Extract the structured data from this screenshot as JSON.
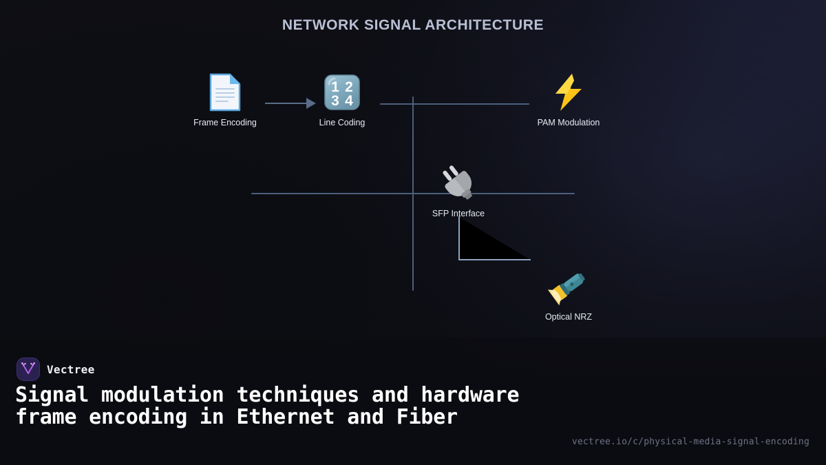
{
  "canvas": {
    "title": "NETWORK SIGNAL ARCHITECTURE",
    "nodes": [
      {
        "id": "frame-encoding",
        "label": "Frame Encoding",
        "icon": "document-icon"
      },
      {
        "id": "line-coding",
        "label": "Line Coding",
        "icon": "input-numbers-icon"
      },
      {
        "id": "pam-modulation",
        "label": "PAM Modulation",
        "icon": "high-voltage-icon"
      },
      {
        "id": "sfp-interface",
        "label": "SFP Interface",
        "icon": "electric-plug-icon"
      },
      {
        "id": "optical-nrz",
        "label": "Optical NRZ",
        "icon": "flashlight-icon"
      }
    ],
    "connectors": [
      {
        "id": "arrow-frame-to-line",
        "type": "arrow"
      },
      {
        "id": "line-top-horizontal",
        "type": "line"
      },
      {
        "id": "line-mid-horizontal",
        "type": "line"
      },
      {
        "id": "line-vertical",
        "type": "line"
      },
      {
        "id": "triangle-shape",
        "type": "triangle"
      }
    ]
  },
  "footer": {
    "brand_name": "Vectree",
    "headline": "Signal modulation techniques and hardware frame encoding in Ethernet and Fiber",
    "url": "vectree.io/c/physical-media-signal-encoding"
  },
  "colors": {
    "background": "#0e0f15",
    "background_glow": "#22243f",
    "title_text": "#b9c0d4",
    "node_label": "#e7eaf2",
    "connector_line": "#4c5f7d",
    "arrow": "#5a6c8a",
    "brand_badge": "#2a2150",
    "brand_glyph": "#c874f0",
    "headline_text": "#ffffff",
    "url_text": "#6d7183",
    "footer_background": "#0b0c11"
  }
}
